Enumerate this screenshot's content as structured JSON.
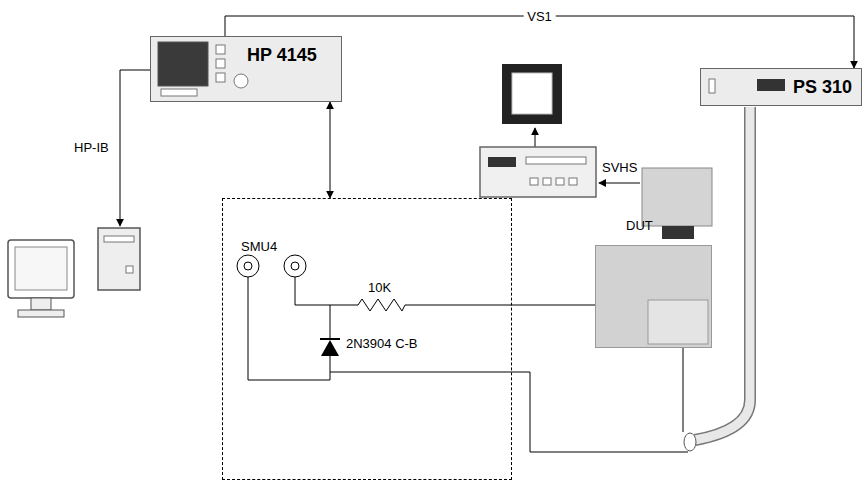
{
  "diagram": {
    "nodes": [
      {
        "text": [
          "HP 4145"
        ]
      },
      {
        "text": [
          "PS 310"
        ]
      },
      {
        "text": [
          "SMU4"
        ]
      },
      {
        "text": [
          "DUT"
        ]
      }
    ],
    "edges": [
      {
        "from": 0,
        "to": 1,
        "label": "VS1",
        "arrow": "to"
      },
      {
        "from": 0,
        "to": 2,
        "arrow": "both"
      }
    ],
    "labels": [
      "HP-IB",
      "SVHS",
      "10K",
      "2N3904 C-B"
    ]
  }
}
